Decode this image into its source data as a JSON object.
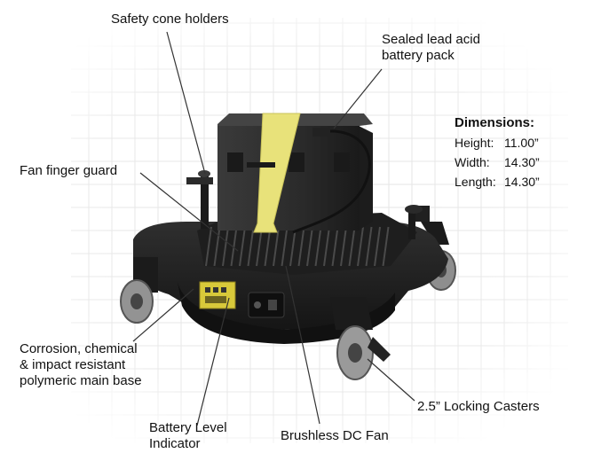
{
  "callouts": {
    "safety_cone": "Safety cone holders",
    "battery_pack": [
      "Sealed lead acid",
      "battery pack"
    ],
    "fan_guard": "Fan finger guard",
    "base": [
      "Corrosion, chemical",
      "& impact resistant",
      "polymeric main base"
    ],
    "battery_indicator": [
      "Battery Level",
      "Indicator"
    ],
    "dc_fan": "Brushless DC Fan",
    "casters": "2.5” Locking Casters"
  },
  "dimensions": {
    "title": "Dimensions:",
    "rows": [
      {
        "label": "Height:",
        "value": "11.00”"
      },
      {
        "label": "Width:",
        "value": "14.30”"
      },
      {
        "label": "Length:",
        "value": "14.30”"
      }
    ]
  },
  "colors": {
    "body": "#2b2b2b",
    "body_dark": "#161616",
    "strap": "#e8e27a",
    "panel": "#d8c93a",
    "wheel": "#9a9a9a",
    "grid": "#e3e3e3"
  }
}
